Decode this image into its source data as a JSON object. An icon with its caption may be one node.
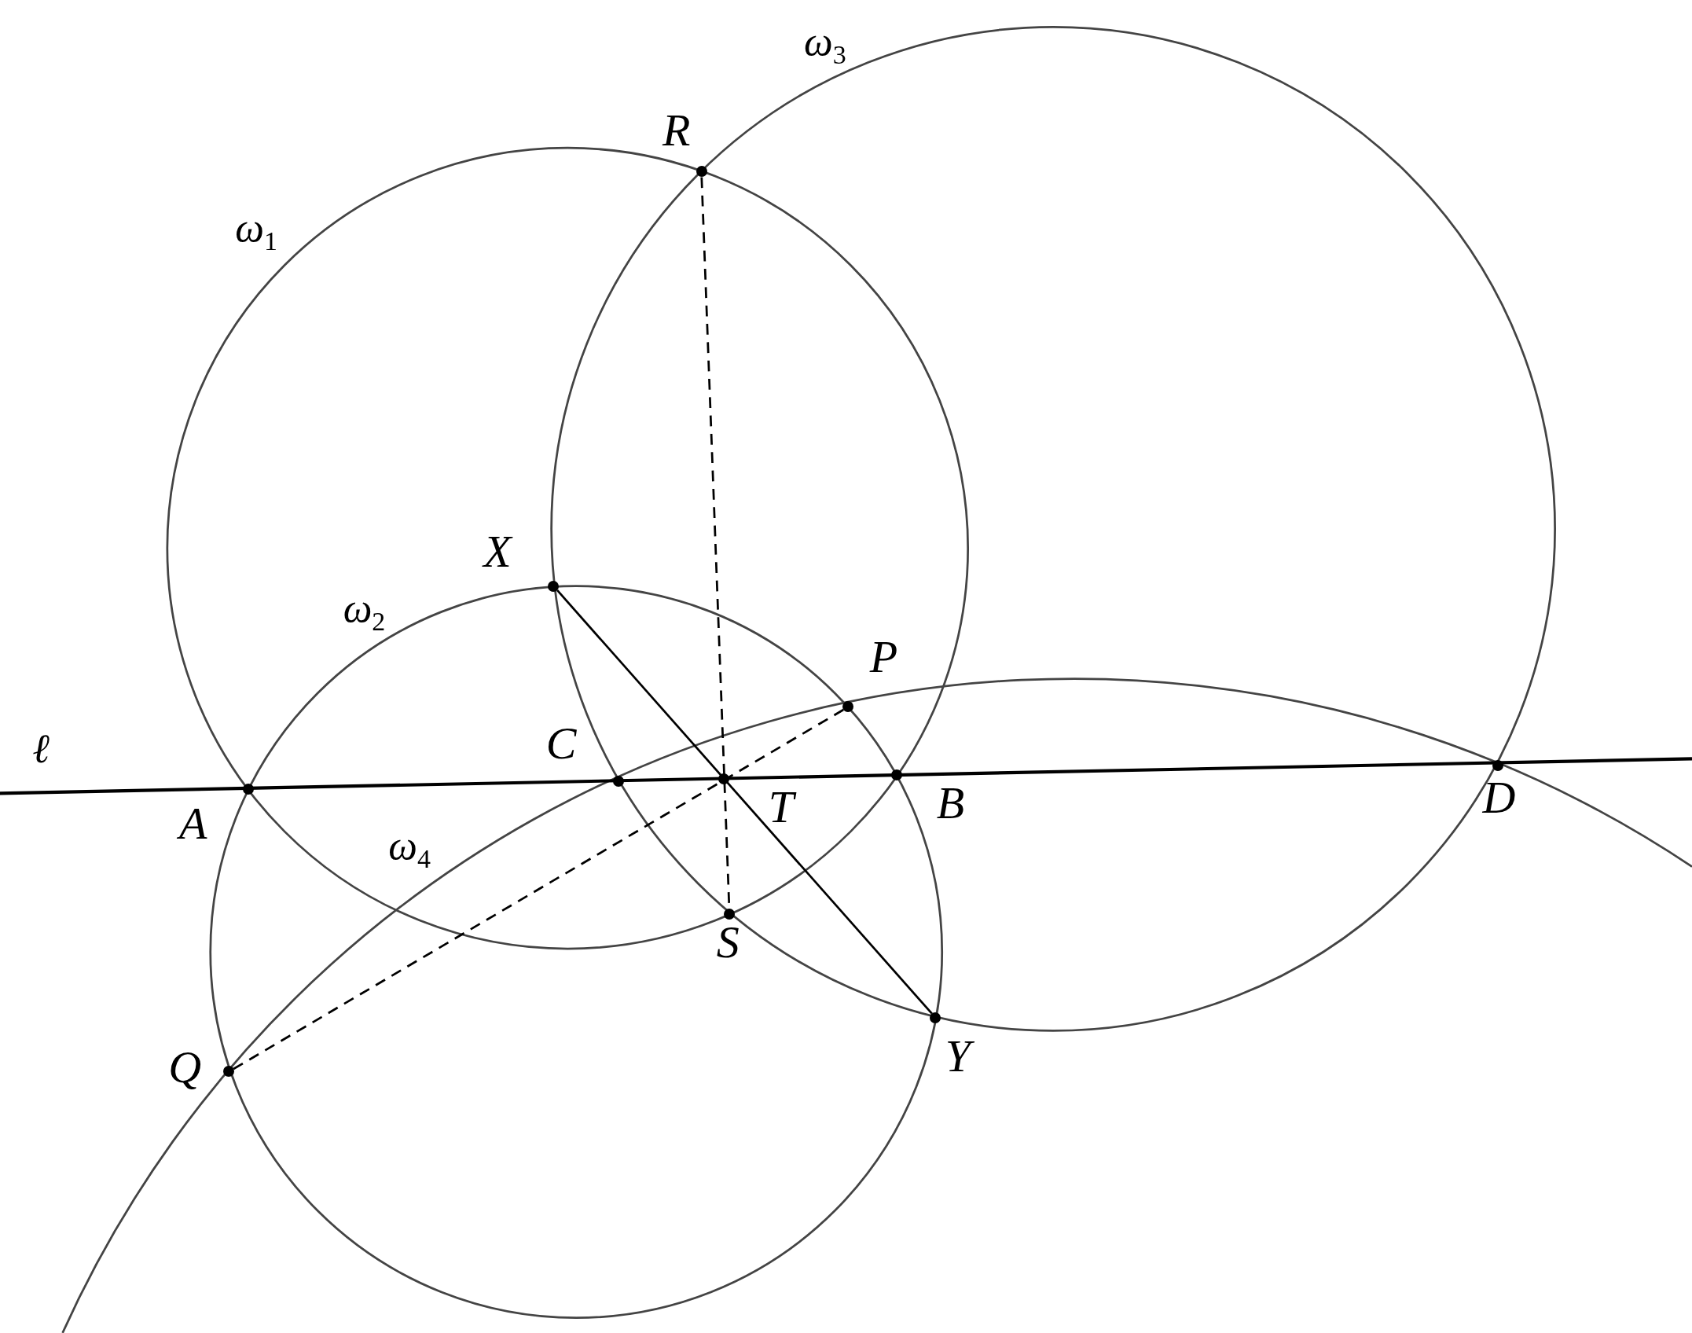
{
  "diagram": {
    "nodes": [
      {
        "text": [
          "R"
        ]
      },
      {
        "text": [
          "X"
        ]
      },
      {
        "text": [
          "P"
        ]
      },
      {
        "text": [
          "C"
        ]
      },
      {
        "text": [
          "A"
        ]
      },
      {
        "text": [
          "T"
        ]
      },
      {
        "text": [
          "B"
        ]
      },
      {
        "text": [
          "D"
        ]
      },
      {
        "text": [
          "S"
        ]
      },
      {
        "text": [
          "Q"
        ]
      },
      {
        "text": [
          "Y"
        ]
      }
    ],
    "edges": [
      {
        "from": 1,
        "to": 10,
        "arrow": "none"
      },
      {
        "from": 0,
        "to": 8,
        "arrow": "none",
        "style": "dashed"
      },
      {
        "from": 9,
        "to": 2,
        "arrow": "none",
        "style": "dashed"
      }
    ],
    "labels": [
      "ω$_{3}$",
      "ω$_{1}$",
      "ω$_{2}$",
      "ℓ",
      "ω$_{4}$"
    ]
  }
}
